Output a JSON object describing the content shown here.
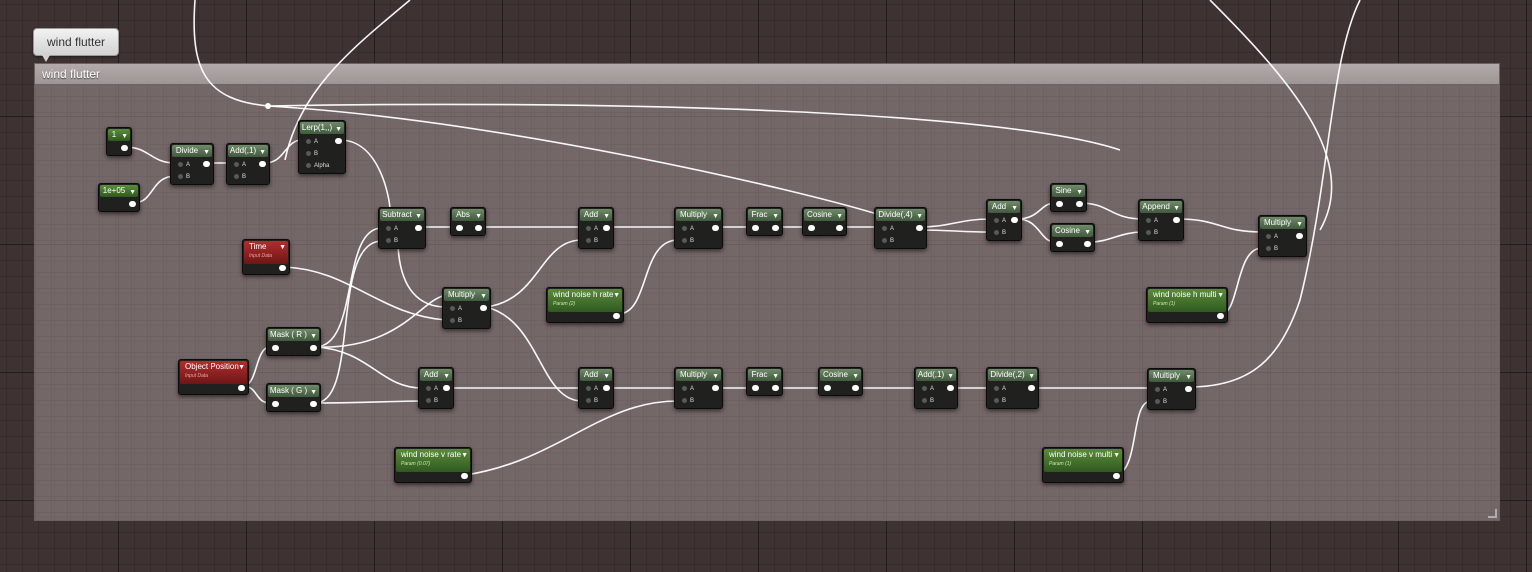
{
  "bubble": {
    "label": "wind flutter"
  },
  "comment": {
    "title": "wind flutter"
  },
  "nodes": {
    "const1": {
      "title": "1"
    },
    "const2": {
      "title": "1e+05"
    },
    "divide1": {
      "title": "Divide",
      "a": "A",
      "b": "B"
    },
    "add1": {
      "title": "Add(,1)",
      "a": "A",
      "b": "B"
    },
    "lerp": {
      "title": "Lerp(1,,)",
      "a": "A",
      "b": "B",
      "alpha": "Alpha"
    },
    "time": {
      "title": "Time",
      "sub": "Input Data"
    },
    "objpos": {
      "title": "Object Position",
      "sub": "Input Data"
    },
    "maskr": {
      "title": "Mask ( R )"
    },
    "maskg": {
      "title": "Mask ( G )"
    },
    "subtract": {
      "title": "Subtract",
      "a": "A",
      "b": "B"
    },
    "abs": {
      "title": "Abs"
    },
    "multiply_mid": {
      "title": "Multiply",
      "a": "A",
      "b": "B"
    },
    "add_top": {
      "title": "Add",
      "a": "A",
      "b": "B"
    },
    "add_bot1": {
      "title": "Add",
      "a": "A",
      "b": "B"
    },
    "add_bot2": {
      "title": "Add",
      "a": "A",
      "b": "B"
    },
    "hrate": {
      "title": "wind noise h rate",
      "sub": "Param (2)"
    },
    "vrate": {
      "title": "wind noise v rate",
      "sub": "Param (0.07)"
    },
    "multiply_top": {
      "title": "Multiply",
      "a": "A",
      "b": "B"
    },
    "multiply_bot": {
      "title": "Multiply",
      "a": "A",
      "b": "B"
    },
    "frac_top": {
      "title": "Frac"
    },
    "frac_bot": {
      "title": "Frac"
    },
    "cosine_top": {
      "title": "Cosine"
    },
    "cosine_bot": {
      "title": "Cosine"
    },
    "divide4": {
      "title": "Divide(,4)",
      "a": "A",
      "b": "B"
    },
    "add1_bot": {
      "title": "Add(,1)",
      "a": "A",
      "b": "B"
    },
    "divide2": {
      "title": "Divide(,2)",
      "a": "A",
      "b": "B"
    },
    "add_r": {
      "title": "Add",
      "a": "A",
      "b": "B"
    },
    "sine": {
      "title": "Sine"
    },
    "cosine_r": {
      "title": "Cosine"
    },
    "append": {
      "title": "Append",
      "a": "A",
      "b": "B"
    },
    "hmulti": {
      "title": "wind noise h multi",
      "sub": "Param (1)"
    },
    "vmulti": {
      "title": "wind noise v multi",
      "sub": "Param (1)"
    },
    "multiply_r": {
      "title": "Multiply",
      "a": "A",
      "b": "B"
    },
    "multiply_vr": {
      "title": "Multiply",
      "a": "A",
      "b": "B"
    }
  }
}
